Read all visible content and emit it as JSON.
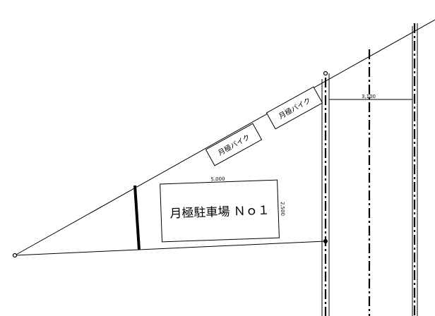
{
  "plan": {
    "parking_lot_label": "月極駐車場 Ｎｏ１",
    "bike_label_1": "月極バイク",
    "bike_label_2": "月極バイク",
    "dim_width": "5,000",
    "dim_depth": "2,500",
    "dim_road": "3,100"
  }
}
